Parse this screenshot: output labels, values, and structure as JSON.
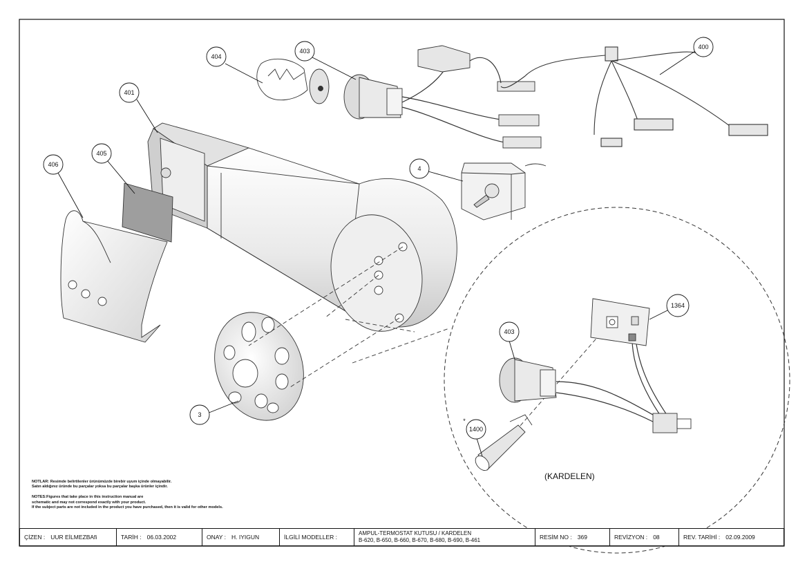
{
  "callouts": {
    "c404": "404",
    "c403": "403",
    "c401": "401",
    "c400": "400",
    "c406": "406",
    "c405": "405",
    "c4": "4",
    "c3": "3",
    "c1364": "1364",
    "c403b": "403",
    "c1400": "1400"
  },
  "asterisk": "*",
  "kardelen_label": "(KARDELEN)",
  "notes": {
    "tr_line1": "NOTLAR: Resimde belirtilenler ürünümüzde birebir uyum içinde olmayabilir.",
    "tr_line2": "Satın aldığınız üründe bu parçalar yoksa bu parçalar başka ürünler içindir.",
    "en_line1": "NOTES:Figures that take place in this instruction manual are",
    "en_line2": "schematic and may not correspond exactly with your product.",
    "en_line3": "If the subject parts are not included in the product you have purchased, then it is valid for other models."
  },
  "title_block": {
    "drawn_label": "ÇİZEN :",
    "drawn_value": "UUR EİLMEZBAfi",
    "date_label": "TARİH :",
    "date_value": "06.03.2002",
    "approved_label": "ONAY :",
    "approved_value": "H. IYIGUN",
    "models_label": "İLGİLİ MODELLER :",
    "title_line1": "AMPUL-TERMOSTAT KUTUSU / KARDELEN",
    "title_line2": "B-620, B-650, B-660, B-670, B-680, B-690, B-461",
    "drawing_no_label": "RESİM NO :",
    "drawing_no_value": "369",
    "revision_label": "REVİZYON :",
    "revision_value": "08",
    "rev_date_label": "REV. TARİHİ :",
    "rev_date_value": "02.09.2009"
  }
}
